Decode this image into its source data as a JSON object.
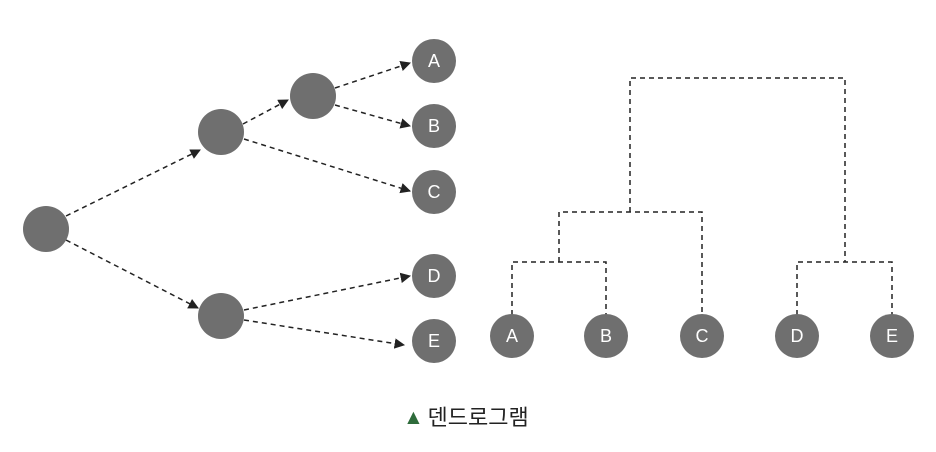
{
  "tree": {
    "root_label": "",
    "internal_labels": [
      "",
      "",
      "",
      ""
    ],
    "leaves": [
      "A",
      "B",
      "C",
      "D",
      "E"
    ]
  },
  "dendrogram": {
    "leaves": [
      "A",
      "B",
      "C",
      "D",
      "E"
    ]
  },
  "caption": {
    "marker": "▲",
    "text": "덴드로그램"
  },
  "colors": {
    "node": "#6f6f6f",
    "line": "#222222",
    "marker": "#2e6b3b"
  }
}
